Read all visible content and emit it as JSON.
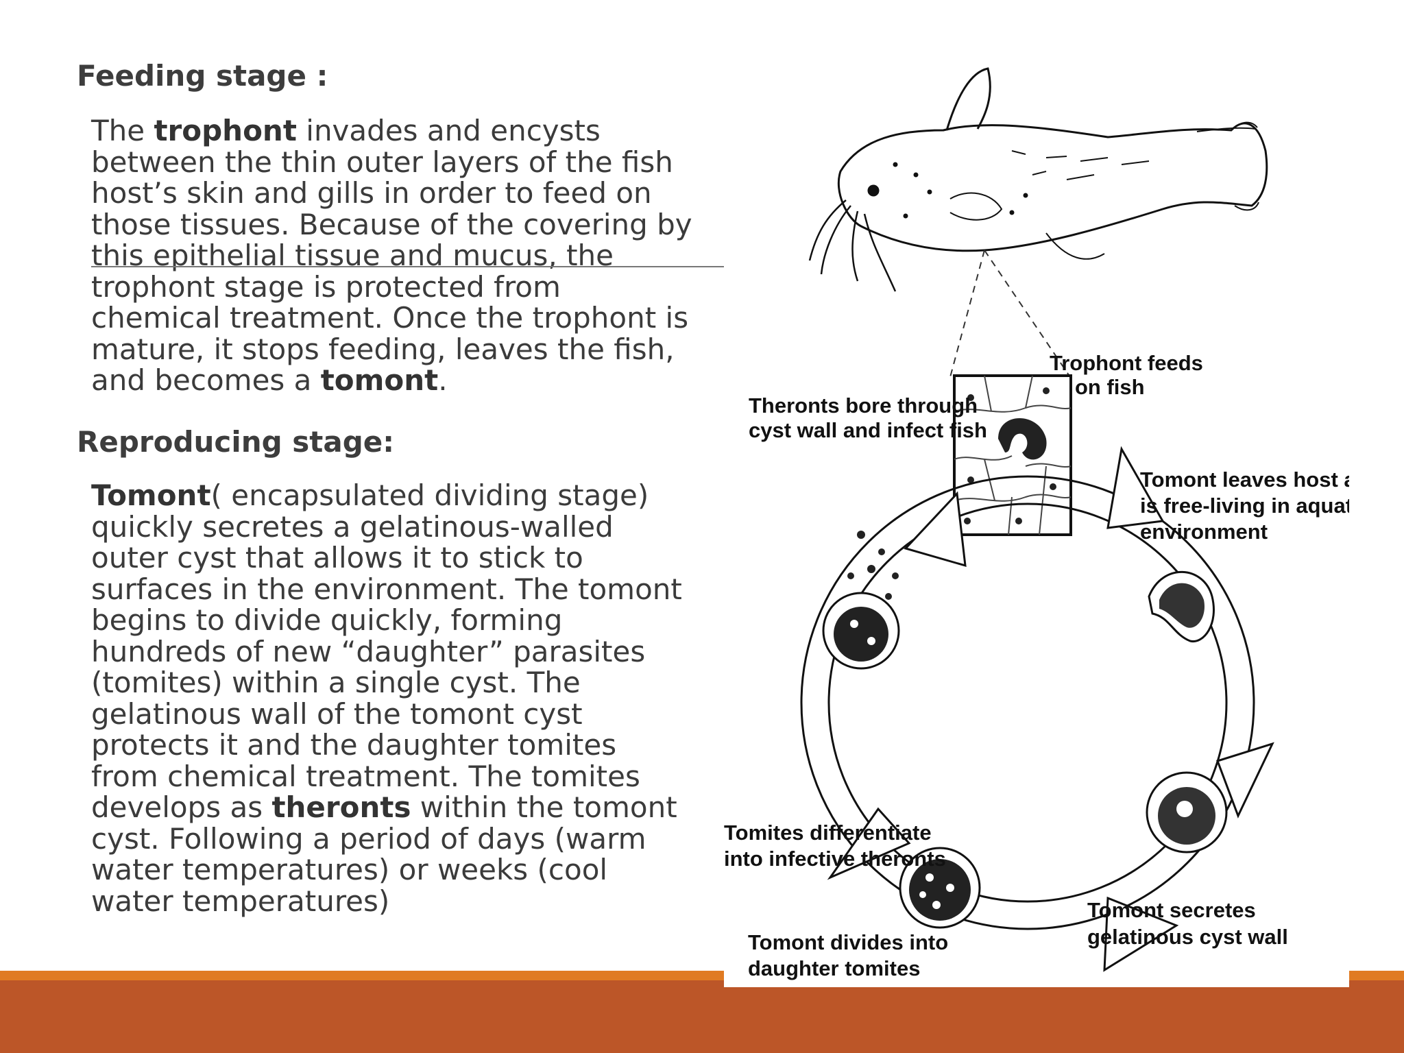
{
  "feeding": {
    "heading": "Feeding stage :",
    "l1a": " The ",
    "l1b": "trophont",
    "l1c": " invades and encysts",
    "l2": "between the thin outer layers of the fish",
    "l3": "host’s skin and gills in order to feed on",
    "l4": "those tissues. Because of the covering by",
    "l5": "this epithelial tissue and mucus, the",
    "l6": "trophont stage is protected from",
    "l7": "chemical treatment. Once the trophont is",
    "l8": "mature, it stops feeding, leaves the fish,",
    "l9a": "and becomes a ",
    "l9b": "tomont",
    "l9c": "."
  },
  "reproducing": {
    "heading": "Reproducing  stage:",
    "l1a": "Tomont",
    "l1b": "( encapsulated dividing stage)",
    "l2": "quickly secretes a gelatinous-walled",
    "l3": "outer cyst that allows it to stick to",
    "l4": "surfaces in the environment. The tomont",
    "l5": "begins to divide quickly, forming",
    "l6": "hundreds of new “daughter” parasites",
    "l7": "(tomites) within a single cyst. The",
    "l8": "gelatinous wall of the tomont cyst",
    "l9": "protects it and the daughter tomites",
    "l10": "from chemical treatment. The tomites",
    "l11a": "develops as ",
    "l11b": "theronts",
    "l11c": " within the tomont",
    "l12": "cyst. Following a period of days (warm",
    "l13": "water temperatures) or weeks (cool",
    "l14": "water temperatures)"
  },
  "diagram": {
    "trophont_1": "Trophont feeds",
    "trophont_2": "on fish",
    "theronts_1": "Theronts bore through",
    "theronts_2": "cyst wall and infect fish",
    "leaves_1": "Tomont leaves host and",
    "leaves_2": "is free-living in aquatic",
    "leaves_3": "environment",
    "tomites_1": "Tomites differentiate",
    "tomites_2": "into infective theronts",
    "secretes_1": "Tomont secretes",
    "secretes_2": "gelatinous cyst wall",
    "divides_1": "Tomont divides into",
    "divides_2": "daughter tomites"
  },
  "colors": {
    "accent_bar": "#bc5628",
    "accent_thin": "#e07b22"
  }
}
